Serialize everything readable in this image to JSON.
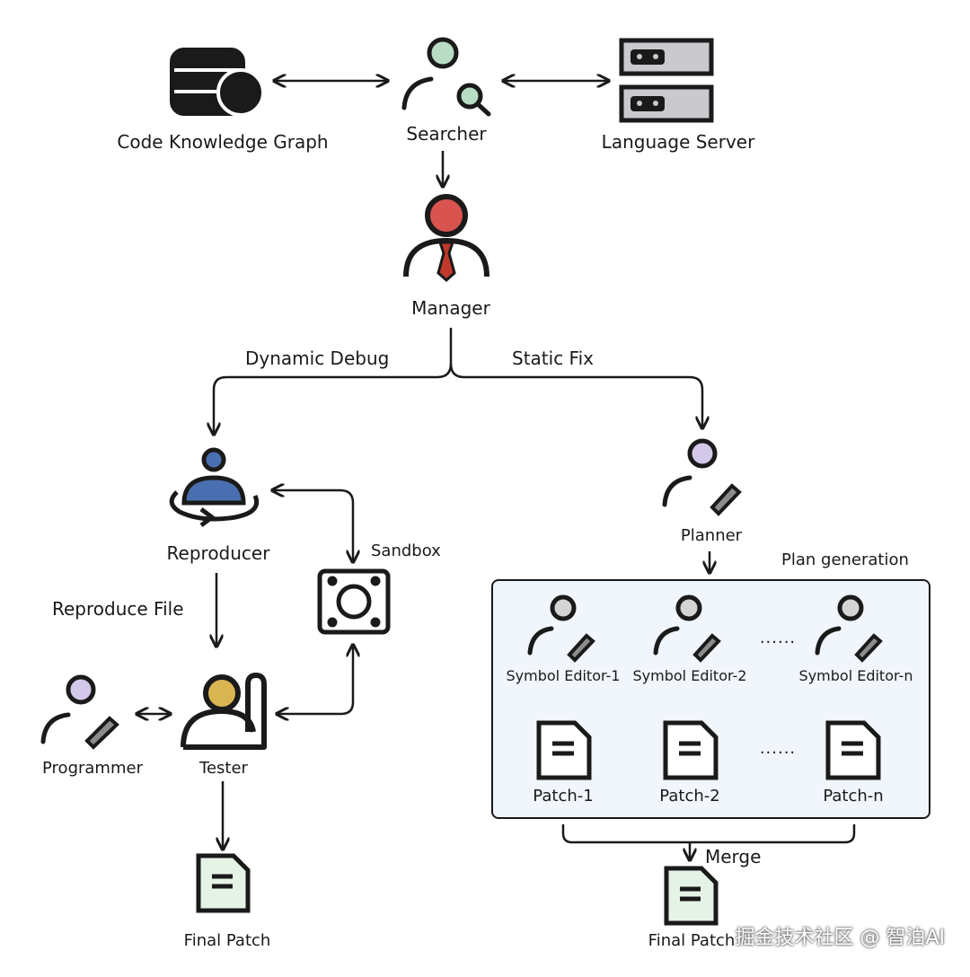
{
  "nodes": {
    "code_knowledge_graph": "Code Knowledge Graph",
    "searcher": "Searcher",
    "language_server": "Language Server",
    "manager": "Manager",
    "reproducer": "Reproducer",
    "sandbox": "Sandbox",
    "planner": "Planner",
    "programmer": "Programmer",
    "tester": "Tester",
    "final_patch_left": "Final Patch",
    "final_patch_right": "Final Patch"
  },
  "edges": {
    "dynamic_debug": "Dynamic Debug",
    "static_fix": "Static Fix",
    "reproduce_file": "Reproduce File",
    "plan_generation": "Plan generation",
    "merge": "Merge"
  },
  "plan_box": {
    "editors": [
      "Symbol Editor-1",
      "Symbol Editor-2",
      "Symbol Editor-n"
    ],
    "patches": [
      "Patch-1",
      "Patch-2",
      "Patch-n"
    ],
    "ellipsis": "......"
  },
  "watermark": "掘金技术社区 @ 智泊AI",
  "colors": {
    "stroke": "#1a1a1a",
    "searcher_head": "#b9dcc4",
    "manager_head": "#d9534f",
    "manager_tie": "#c0392b",
    "reproducer_body": "#4a6fb0",
    "tester_head": "#d9b552",
    "planner_head": "#d3c8ea",
    "programmer_head": "#d3c8ea",
    "editor_head": "#d4d4d4",
    "server_body": "#c9c9ce",
    "plan_box_fill": "#f1f5fc",
    "final_patch_fill": "#e4f3e6"
  }
}
